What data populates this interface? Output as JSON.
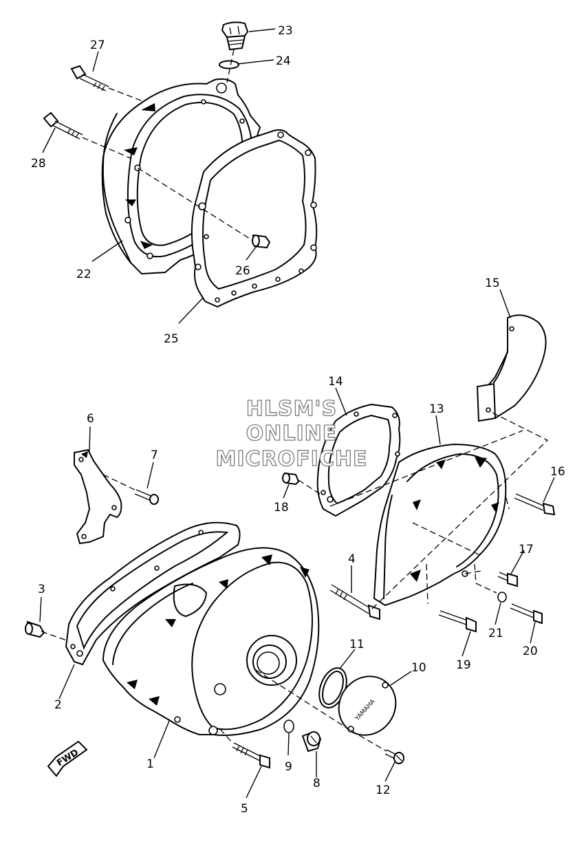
{
  "watermark": {
    "line1": "HLSM'S",
    "line2": "ONLINE",
    "line3": "MICROFICHE"
  },
  "fwd_label": "FWD",
  "cover_brand": "YAMAHA",
  "callouts": [
    "1",
    "2",
    "3",
    "4",
    "5",
    "6",
    "7",
    "8",
    "9",
    "10",
    "11",
    "12",
    "13",
    "14",
    "15",
    "16",
    "17",
    "18",
    "19",
    "20",
    "21",
    "22",
    "23",
    "24",
    "25",
    "26",
    "27",
    "28"
  ]
}
